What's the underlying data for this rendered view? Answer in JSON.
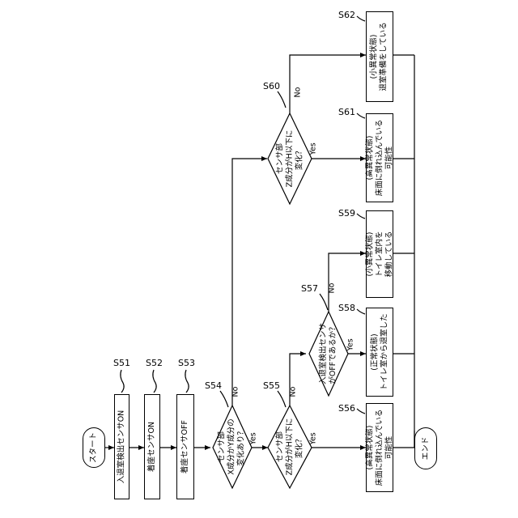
{
  "start": "スタート",
  "end": "エンド",
  "steps": {
    "s51": {
      "id": "S51",
      "text": [
        "入退室検出センサON"
      ]
    },
    "s52": {
      "id": "S52",
      "text": [
        "着座センサON"
      ]
    },
    "s53": {
      "id": "S53",
      "text": [
        "着座センサOFF"
      ]
    },
    "s54": {
      "id": "S54",
      "text": [
        "センサ部",
        "X成分かY成分の",
        "変化あり？"
      ]
    },
    "s55": {
      "id": "S55",
      "text": [
        "センサ部",
        "Z成分がH以下に",
        "変化？"
      ]
    },
    "s56": {
      "id": "S56",
      "text": [
        "(高異常状態)",
        "床面に倒れ込んでいる",
        "可能性"
      ]
    },
    "s57": {
      "id": "S57",
      "text": [
        "入退室検出センサ",
        "がOFFであるか？"
      ]
    },
    "s58": {
      "id": "S58",
      "text": [
        "(正常状態)",
        "トイレ室から退室した"
      ]
    },
    "s59": {
      "id": "S59",
      "text": [
        "(小異常状態)",
        "トイレ室内を",
        "移動している"
      ]
    },
    "s60": {
      "id": "S60",
      "text": [
        "センサ部",
        "Z成分がH以下に",
        "変化？"
      ]
    },
    "s61": {
      "id": "S61",
      "text": [
        "(高異常状態)",
        "床面に倒れ込んでいる",
        "可能性"
      ]
    },
    "s62": {
      "id": "S62",
      "text": [
        "(小異常状態)",
        "退室準備をしている"
      ]
    }
  },
  "branch_labels": {
    "yes": "Yes",
    "no": "No"
  }
}
